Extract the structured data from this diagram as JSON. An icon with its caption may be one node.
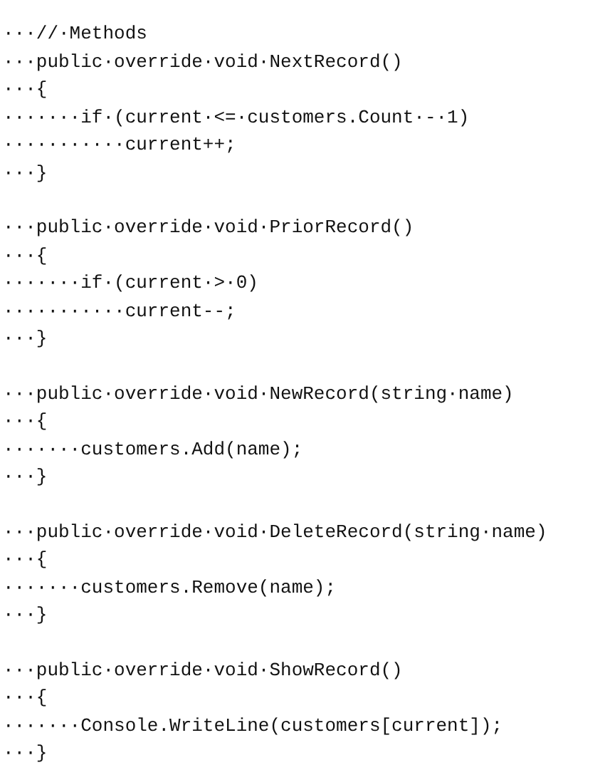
{
  "diagram": {
    "labels": [
      "···//·Methods",
      "···public·override·void·NextRecord()",
      "···{",
      "·······if·(current·<=·customers.Count·-·1)",
      "···········current++;",
      "···}",
      "···public·override·void·PriorRecord()",
      "···{",
      "·······if·(current·>·0)",
      "···········current--;",
      "···}",
      "···public·override·void·NewRecord(string·name)",
      "···{",
      "·······customers.Add(name);",
      "···}",
      "···public·override·void·DeleteRecord(string·name)",
      "···{",
      "·······customers.Remove(name);",
      "···}",
      "···public·override·void·ShowRecord()",
      "···{",
      "·······Console.WriteLine(customers[current]);",
      "···}"
    ]
  }
}
